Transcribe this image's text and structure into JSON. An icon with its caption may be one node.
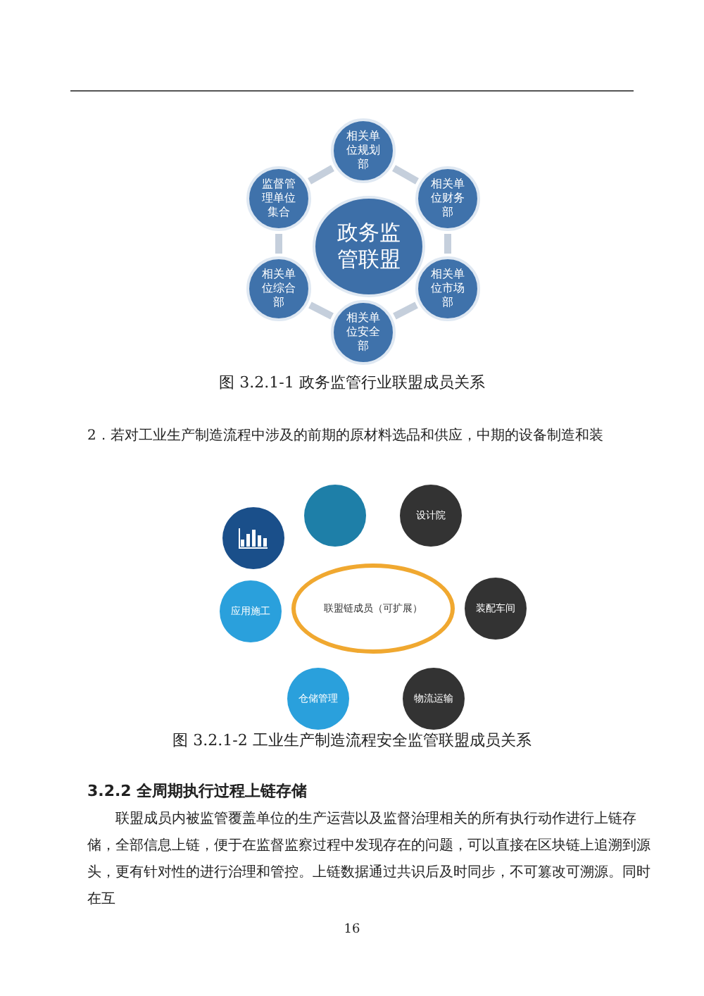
{
  "diagram": {
    "nodes": [
      {
        "text": [
          "政务监管联盟"
        ]
      },
      {
        "text": [
          "相关单位规划部"
        ]
      },
      {
        "text": [
          "相关单位财务部"
        ]
      },
      {
        "text": [
          "相关单位市场部"
        ]
      },
      {
        "text": [
          "相关单位安全部"
        ]
      },
      {
        "text": [
          "相关单位综合部"
        ]
      },
      {
        "text": [
          "监督管理单位集合"
        ]
      },
      {
        "text": [
          "联盟链成员（可扩展）"
        ]
      },
      {
        "text": [],
        "shape": "circle"
      },
      {
        "text": [
          "设计院"
        ]
      },
      {
        "text": [
          "装配车间"
        ]
      },
      {
        "text": [
          "物流运输"
        ]
      },
      {
        "text": [
          "仓储管理"
        ]
      },
      {
        "text": [
          "应用施工"
        ]
      },
      {
        "text": [],
        "shape": "circle"
      }
    ],
    "edges": [
      {
        "from": 1,
        "to": 2,
        "arrow": "none"
      },
      {
        "from": 2,
        "to": 3,
        "arrow": "none"
      },
      {
        "from": 3,
        "to": 4,
        "arrow": "none"
      },
      {
        "from": 4,
        "to": 5,
        "arrow": "none"
      },
      {
        "from": 5,
        "to": 6,
        "arrow": "none"
      },
      {
        "from": 6,
        "to": 1,
        "arrow": "none"
      }
    ],
    "labels": [
      "图 3.2.1-1 政务监管行业联盟成员关系",
      "2．若对工业生产制造流程中涉及的前期的原材料选品和供应，中期的设备制造和装",
      "图 3.2.1-2 工业生产制造流程安全监管联盟成员关系",
      "3.2.2 全周期执行过程上链存储",
      "联盟成员内被监管覆盖单位的生产运营以及监督治理相关的所有执行动作进行上链存储，全部信息上链，便于在监督监察过程中发现存在的问题，可以直接在区块链上追溯到源头，更有针对性的进行治理和管控。上链数据通过共识后及时同步，不可篡改可溯源。同时在互",
      "16"
    ]
  }
}
